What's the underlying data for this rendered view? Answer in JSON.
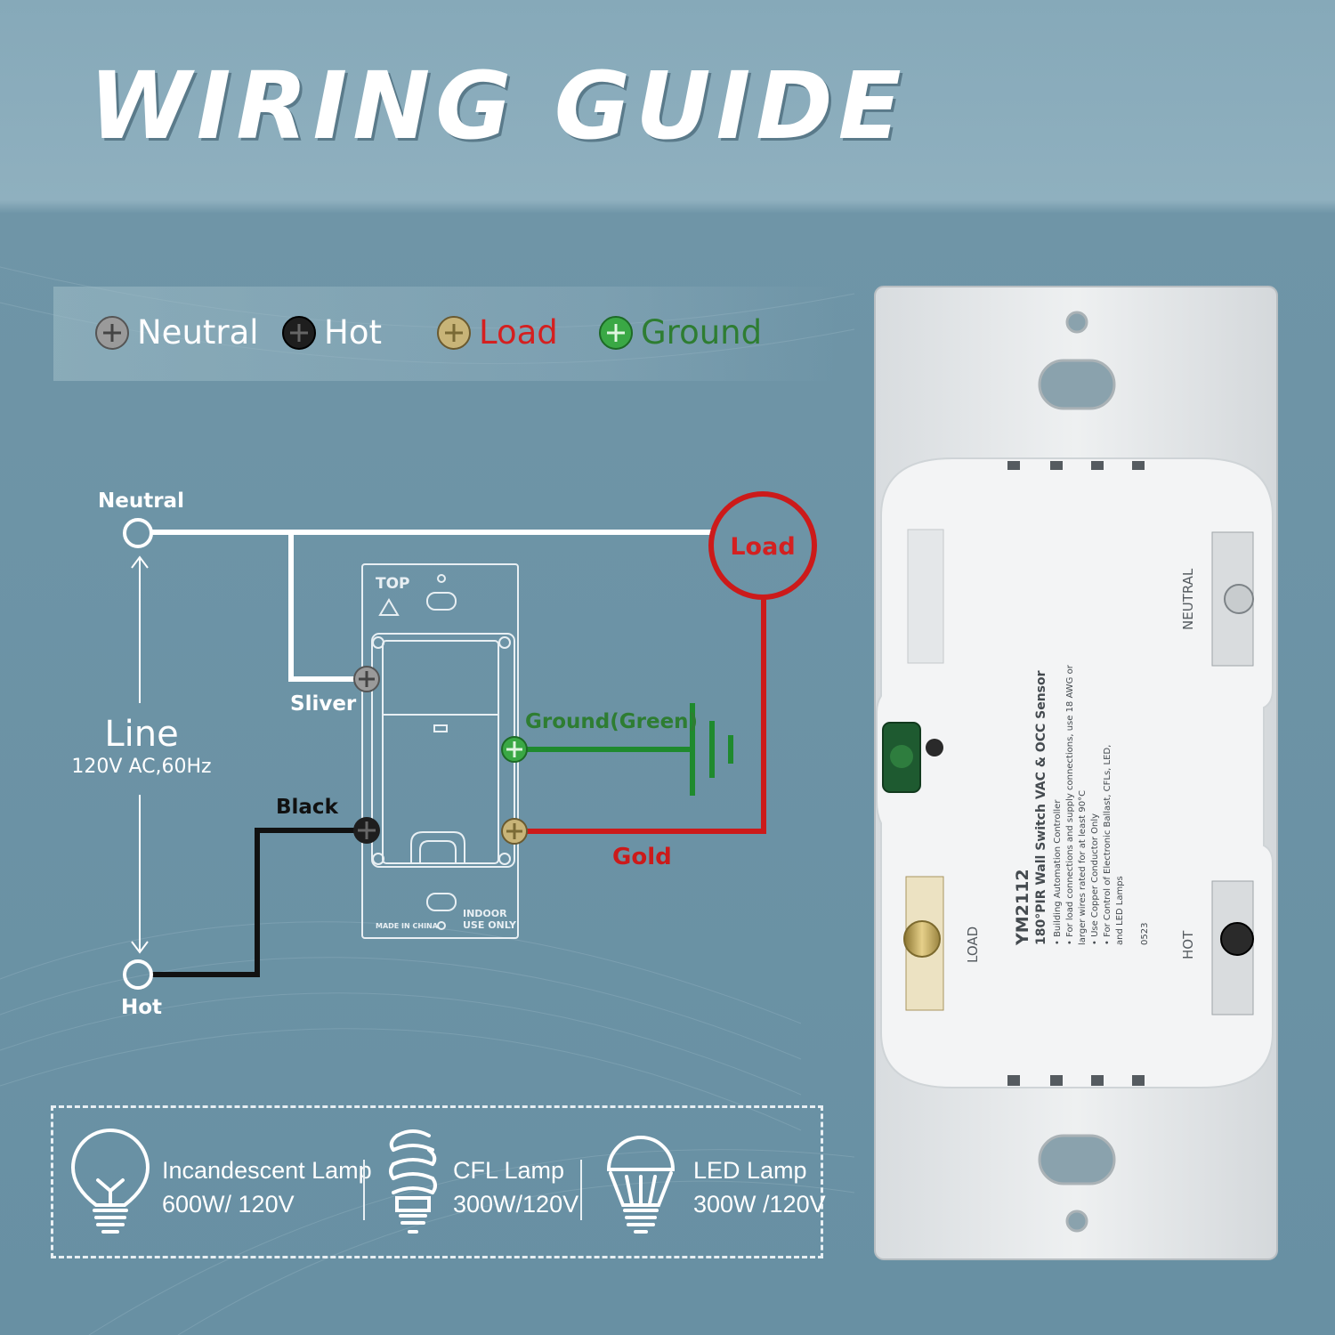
{
  "title": "WIRING GUIDE",
  "legend": [
    {
      "label": "Neutral",
      "screw_color": "#9a9a9a",
      "text_color": "#ffffff"
    },
    {
      "label": "Hot",
      "screw_color": "#1e1e1e",
      "text_color": "#ffffff"
    },
    {
      "label": "Load",
      "screw_color": "#c8b478",
      "text_color": "#d42020"
    },
    {
      "label": "Ground",
      "screw_color": "#3aa845",
      "text_color": "#2e7d32"
    }
  ],
  "diagram": {
    "neutral_label": "Neutral",
    "hot_label": "Hot",
    "line_label": "Line",
    "line_spec": "120V AC,60Hz",
    "sliver_label": "Sliver",
    "black_label": "Black",
    "load_label": "Load",
    "ground_label": "Ground(Green)",
    "gold_label": "Gold",
    "switch_top": "TOP",
    "switch_made": "MADE IN CHINA",
    "switch_indoor_1": "INDOOR",
    "switch_indoor_2": "USE ONLY",
    "colors": {
      "neutral_wire": "#ffffff",
      "hot_wire": "#111111",
      "load_wire": "#cc1a1a",
      "ground_wire": "#1f8a2e"
    }
  },
  "lamps": [
    {
      "icon": "incandescent-bulb-icon",
      "name": "Incandescent Lamp",
      "rating": "600W/ 120V"
    },
    {
      "icon": "cfl-bulb-icon",
      "name": "CFL Lamp",
      "rating": "300W/120V"
    },
    {
      "icon": "led-bulb-icon",
      "name": "LED Lamp",
      "rating": "300W /120V"
    }
  ],
  "device": {
    "model": "YM2112",
    "description": "180°PIR Wall Switch VAC & OCC Sensor",
    "notes": [
      "• Building Automation Controller",
      "• For load connections and supply connections, use 18 AWG or",
      "  larger wires rated for at least 90°C",
      "• Use Copper Conductor Only",
      "• For Control of Electronic Ballast, CFLs, LED,",
      "  and LED Lamps"
    ],
    "date_code": "0523",
    "terminal_neutral": "NEUTRAL",
    "terminal_load": "LOAD",
    "terminal_hot": "HOT"
  }
}
